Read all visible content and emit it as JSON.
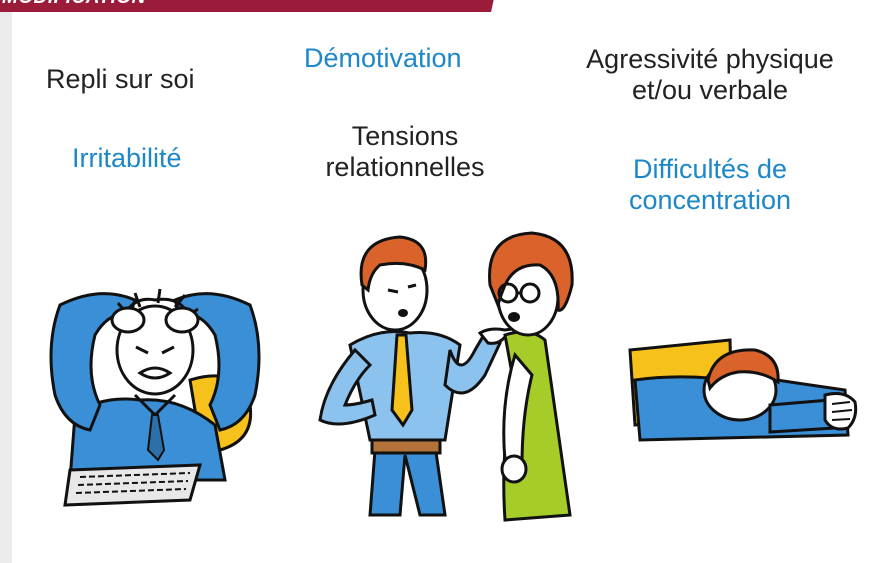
{
  "banner": {
    "text": "MODIFICATION"
  },
  "symptoms": {
    "repli": "Repli sur soi",
    "demotivation": "Démotivation",
    "agressivite_line1": "Agressivité physique",
    "agressivite_line2": "et/ou verbale",
    "irritabilite": "Irritabilité",
    "tensions_line1": "Tensions",
    "tensions_line2": "relationnelles",
    "difficultes_line1": "Difficultés de",
    "difficultes_line2": "concentration"
  },
  "colors": {
    "banner": "#9b1c3a",
    "text_dark": "#222222",
    "text_blue": "#1c87c9",
    "shirt_blue": "#3a8fd6",
    "hair": "#d9632a",
    "dress_green": "#a6cc2a",
    "chair_yellow": "#f5c11a"
  },
  "icons": {
    "stressed": "stressed-man-illustration",
    "arguing": "arguing-couple-illustration",
    "sleeping": "sleeping-man-illustration"
  }
}
